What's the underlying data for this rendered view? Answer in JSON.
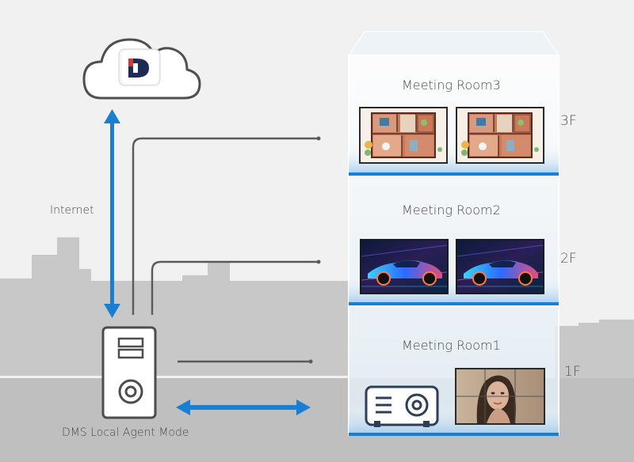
{
  "labels": {
    "internet": "Internet",
    "agent": "DMS Local Agent Mode"
  },
  "cloud": {
    "logo_icon": "dms-logo-icon",
    "logo_letter": "D"
  },
  "floors": [
    {
      "room": "Meeting Room3",
      "floor": "3F",
      "displays": [
        "floor-plan-display",
        "floor-plan-display"
      ]
    },
    {
      "room": "Meeting Room2",
      "floor": "2F",
      "displays": [
        "car-display",
        "car-display"
      ]
    },
    {
      "room": "Meeting Room1",
      "floor": "1F",
      "displays": [
        "projector",
        "video-wall-display"
      ]
    }
  ],
  "colors": {
    "background": "#f1f1f1",
    "skyline": "#c8c8c8",
    "ground": "#bfbfbf",
    "accent_blue": "#1a7fd0",
    "line_gray": "#5a5a5a",
    "glass": "#dbe9f4"
  }
}
